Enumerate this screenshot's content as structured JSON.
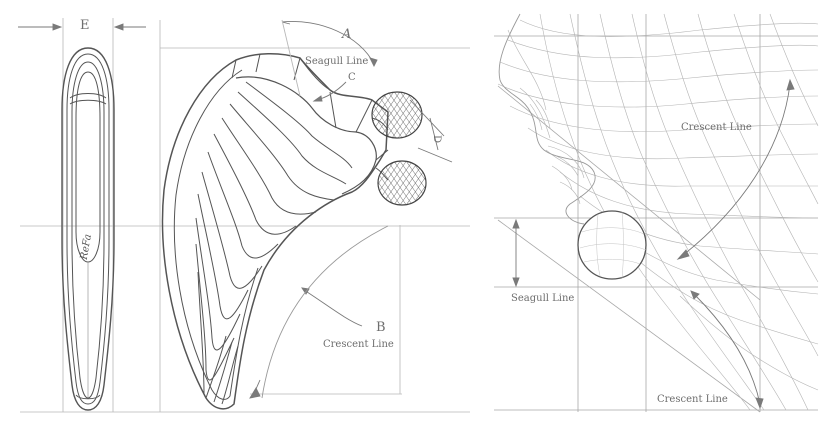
{
  "left_figure": {
    "dim_e": "E",
    "dim_a": "A",
    "dim_c": "C",
    "dim_d": "D",
    "dim_b": "B",
    "seagull_line": "Seagull Line",
    "crescent_line": "Crescent Line",
    "handle_text": "ReFa"
  },
  "right_figure": {
    "crescent_line_top": "Crescent Line",
    "seagull_line": "Seagull Line",
    "crescent_line_bottom": "Crescent Line"
  },
  "colors": {
    "line": "#6e6e6e",
    "guide": "#b0b0b0",
    "mesh": "#9a9a9a"
  }
}
